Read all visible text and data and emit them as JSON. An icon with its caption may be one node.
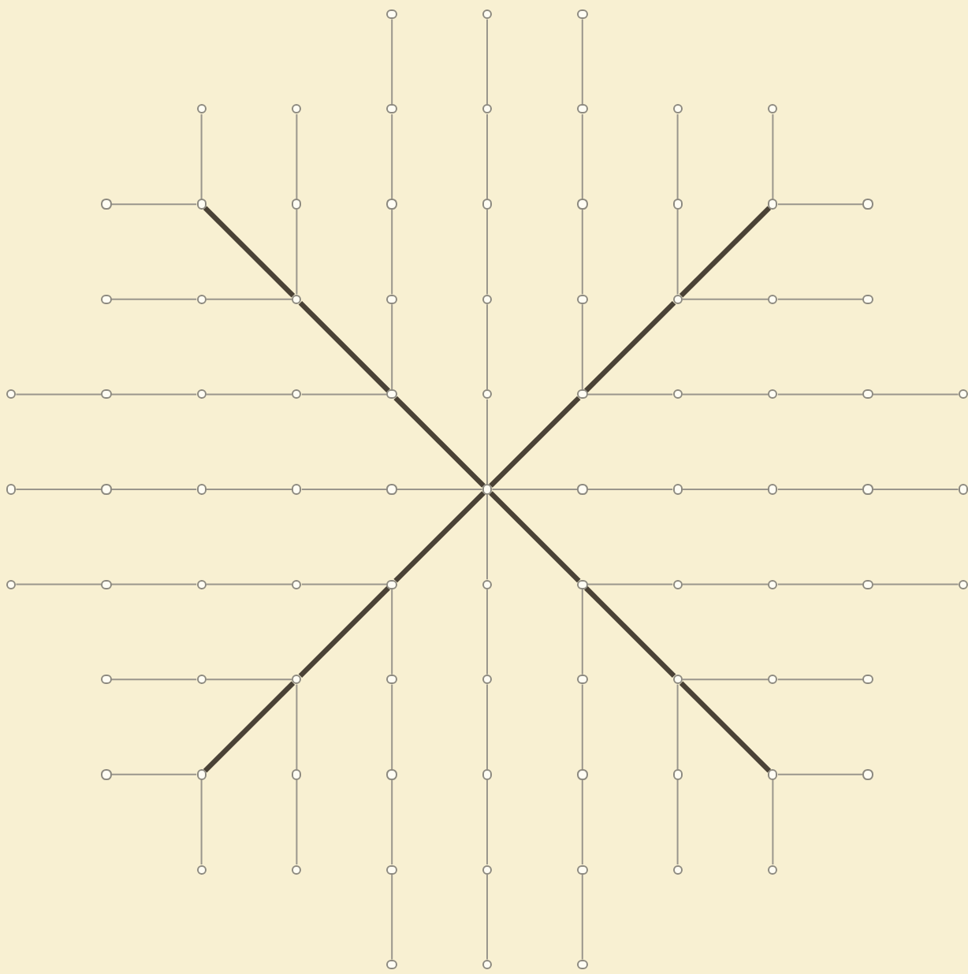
{
  "diagram": {
    "nodes": [
      {
        "text": [],
        "shape": "circle"
      },
      {
        "text": [],
        "shape": "circle"
      },
      {
        "text": [],
        "shape": "circle"
      },
      {
        "text": [],
        "shape": "circle"
      },
      {
        "text": [],
        "shape": "circle"
      },
      {
        "text": [],
        "shape": "circle"
      },
      {
        "text": [],
        "shape": "circle"
      },
      {
        "text": [],
        "shape": "circle"
      },
      {
        "text": [],
        "shape": "circle"
      },
      {
        "text": [],
        "shape": "circle"
      },
      {
        "text": [],
        "shape": "circle"
      },
      {
        "text": [],
        "shape": "circle"
      },
      {
        "text": [],
        "shape": "circle"
      },
      {
        "text": [],
        "shape": "circle"
      },
      {
        "text": [],
        "shape": "circle"
      },
      {
        "text": [],
        "shape": "circle"
      },
      {
        "text": [],
        "shape": "circle"
      },
      {
        "text": [],
        "shape": "circle"
      },
      {
        "text": [],
        "shape": "circle"
      },
      {
        "text": [],
        "shape": "circle"
      },
      {
        "text": [],
        "shape": "circle"
      },
      {
        "text": [],
        "shape": "circle"
      },
      {
        "text": [],
        "shape": "circle"
      },
      {
        "text": [],
        "shape": "circle"
      },
      {
        "text": [],
        "shape": "circle"
      },
      {
        "text": [],
        "shape": "circle"
      },
      {
        "text": [],
        "shape": "circle"
      },
      {
        "text": [],
        "shape": "circle"
      },
      {
        "text": [],
        "shape": "circle"
      },
      {
        "text": [],
        "shape": "circle"
      },
      {
        "text": [],
        "shape": "circle"
      },
      {
        "text": [],
        "shape": "circle"
      },
      {
        "text": [],
        "shape": "circle"
      },
      {
        "text": [],
        "shape": "circle"
      },
      {
        "text": [],
        "shape": "circle"
      },
      {
        "text": [],
        "shape": "circle"
      },
      {
        "text": [],
        "shape": "circle"
      },
      {
        "text": [],
        "shape": "circle"
      },
      {
        "text": [],
        "shape": "circle"
      },
      {
        "text": [],
        "shape": "circle"
      },
      {
        "text": [],
        "shape": "circle"
      },
      {
        "text": [],
        "shape": "circle"
      },
      {
        "text": [],
        "shape": "circle"
      },
      {
        "text": [],
        "shape": "circle"
      },
      {
        "text": [],
        "shape": "circle"
      },
      {
        "text": [],
        "shape": "circle"
      },
      {
        "text": [],
        "shape": "circle"
      },
      {
        "text": [],
        "shape": "circle"
      },
      {
        "text": [],
        "shape": "circle"
      },
      {
        "text": [],
        "shape": "circle"
      },
      {
        "text": [],
        "shape": "circle"
      },
      {
        "text": [],
        "shape": "circle"
      },
      {
        "text": [],
        "shape": "circle"
      },
      {
        "text": [],
        "shape": "circle"
      },
      {
        "text": [],
        "shape": "circle"
      },
      {
        "text": [],
        "shape": "circle"
      },
      {
        "text": [],
        "shape": "circle"
      },
      {
        "text": [],
        "shape": "circle"
      },
      {
        "text": [],
        "shape": "circle"
      },
      {
        "text": [],
        "shape": "circle"
      },
      {
        "text": [],
        "shape": "circle"
      },
      {
        "text": [],
        "shape": "circle"
      },
      {
        "text": [],
        "shape": "circle"
      },
      {
        "text": [],
        "shape": "circle"
      },
      {
        "text": [],
        "shape": "circle"
      },
      {
        "text": [],
        "shape": "circle"
      },
      {
        "text": [],
        "shape": "circle"
      },
      {
        "text": [],
        "shape": "circle"
      },
      {
        "text": [],
        "shape": "circle"
      },
      {
        "text": [],
        "shape": "circle"
      },
      {
        "text": [],
        "shape": "circle"
      },
      {
        "text": [],
        "shape": "circle"
      },
      {
        "text": [],
        "shape": "circle"
      },
      {
        "text": [],
        "shape": "circle"
      },
      {
        "text": [],
        "shape": "circle"
      },
      {
        "text": [],
        "shape": "circle"
      },
      {
        "text": [],
        "shape": "circle"
      },
      {
        "text": [],
        "shape": "circle"
      },
      {
        "text": [],
        "shape": "circle"
      },
      {
        "text": [],
        "shape": "circle"
      },
      {
        "text": [],
        "shape": "circle"
      },
      {
        "text": [],
        "shape": "circle"
      },
      {
        "text": [],
        "shape": "circle"
      },
      {
        "text": [],
        "shape": "circle"
      },
      {
        "text": [],
        "shape": "circle"
      },
      {
        "text": [],
        "shape": "circle"
      },
      {
        "text": [],
        "shape": "circle"
      },
      {
        "text": [],
        "shape": "circle"
      },
      {
        "text": [],
        "shape": "circle"
      }
    ],
    "edges": [
      {
        "from": 1,
        "to": 6,
        "arrow": "none"
      },
      {
        "from": 6,
        "to": 14,
        "arrow": "none"
      },
      {
        "from": 14,
        "to": 23,
        "arrow": "none"
      },
      {
        "from": 23,
        "to": 33,
        "arrow": "none"
      },
      {
        "from": 33,
        "to": 44,
        "arrow": "none"
      },
      {
        "from": 44,
        "to": 55,
        "arrow": "none"
      },
      {
        "from": 55,
        "to": 65,
        "arrow": "none"
      },
      {
        "from": 65,
        "to": 74,
        "arrow": "none"
      },
      {
        "from": 74,
        "to": 82,
        "arrow": "none"
      },
      {
        "from": 82,
        "to": 87,
        "arrow": "none"
      },
      {
        "from": 0,
        "to": 5,
        "arrow": "none"
      },
      {
        "from": 5,
        "to": 13,
        "arrow": "none"
      },
      {
        "from": 13,
        "to": 22,
        "arrow": "none"
      },
      {
        "from": 22,
        "to": 32,
        "arrow": "none"
      },
      {
        "from": 54,
        "to": 64,
        "arrow": "none"
      },
      {
        "from": 64,
        "to": 73,
        "arrow": "none"
      },
      {
        "from": 73,
        "to": 81,
        "arrow": "none"
      },
      {
        "from": 81,
        "to": 86,
        "arrow": "none"
      },
      {
        "from": 2,
        "to": 7,
        "arrow": "none"
      },
      {
        "from": 7,
        "to": 15,
        "arrow": "none"
      },
      {
        "from": 15,
        "to": 24,
        "arrow": "none"
      },
      {
        "from": 24,
        "to": 34,
        "arrow": "none"
      },
      {
        "from": 56,
        "to": 66,
        "arrow": "none"
      },
      {
        "from": 66,
        "to": 75,
        "arrow": "none"
      },
      {
        "from": 75,
        "to": 83,
        "arrow": "none"
      },
      {
        "from": 83,
        "to": 88,
        "arrow": "none"
      },
      {
        "from": 4,
        "to": 12,
        "arrow": "none"
      },
      {
        "from": 12,
        "to": 21,
        "arrow": "none"
      },
      {
        "from": 63,
        "to": 72,
        "arrow": "none"
      },
      {
        "from": 72,
        "to": 80,
        "arrow": "none"
      },
      {
        "from": 8,
        "to": 16,
        "arrow": "none"
      },
      {
        "from": 16,
        "to": 25,
        "arrow": "none"
      },
      {
        "from": 67,
        "to": 76,
        "arrow": "none"
      },
      {
        "from": 76,
        "to": 84,
        "arrow": "none"
      },
      {
        "from": 3,
        "to": 11,
        "arrow": "none"
      },
      {
        "from": 71,
        "to": 79,
        "arrow": "none"
      },
      {
        "from": 9,
        "to": 17,
        "arrow": "none"
      },
      {
        "from": 77,
        "to": 85,
        "arrow": "none"
      },
      {
        "from": 39,
        "to": 40,
        "arrow": "none"
      },
      {
        "from": 40,
        "to": 41,
        "arrow": "none"
      },
      {
        "from": 41,
        "to": 42,
        "arrow": "none"
      },
      {
        "from": 42,
        "to": 43,
        "arrow": "none"
      },
      {
        "from": 43,
        "to": 44,
        "arrow": "none"
      },
      {
        "from": 44,
        "to": 45,
        "arrow": "none"
      },
      {
        "from": 45,
        "to": 46,
        "arrow": "none"
      },
      {
        "from": 46,
        "to": 47,
        "arrow": "none"
      },
      {
        "from": 47,
        "to": 48,
        "arrow": "none"
      },
      {
        "from": 48,
        "to": 49,
        "arrow": "none"
      },
      {
        "from": 28,
        "to": 29,
        "arrow": "none"
      },
      {
        "from": 29,
        "to": 30,
        "arrow": "none"
      },
      {
        "from": 30,
        "to": 31,
        "arrow": "none"
      },
      {
        "from": 31,
        "to": 32,
        "arrow": "none"
      },
      {
        "from": 34,
        "to": 35,
        "arrow": "none"
      },
      {
        "from": 35,
        "to": 36,
        "arrow": "none"
      },
      {
        "from": 36,
        "to": 37,
        "arrow": "none"
      },
      {
        "from": 37,
        "to": 38,
        "arrow": "none"
      },
      {
        "from": 50,
        "to": 51,
        "arrow": "none"
      },
      {
        "from": 51,
        "to": 52,
        "arrow": "none"
      },
      {
        "from": 52,
        "to": 53,
        "arrow": "none"
      },
      {
        "from": 53,
        "to": 54,
        "arrow": "none"
      },
      {
        "from": 56,
        "to": 57,
        "arrow": "none"
      },
      {
        "from": 57,
        "to": 58,
        "arrow": "none"
      },
      {
        "from": 58,
        "to": 59,
        "arrow": "none"
      },
      {
        "from": 59,
        "to": 60,
        "arrow": "none"
      },
      {
        "from": 19,
        "to": 20,
        "arrow": "none"
      },
      {
        "from": 20,
        "to": 21,
        "arrow": "none"
      },
      {
        "from": 25,
        "to": 26,
        "arrow": "none"
      },
      {
        "from": 26,
        "to": 27,
        "arrow": "none"
      },
      {
        "from": 10,
        "to": 11,
        "arrow": "none"
      },
      {
        "from": 17,
        "to": 18,
        "arrow": "none"
      },
      {
        "from": 61,
        "to": 62,
        "arrow": "none"
      },
      {
        "from": 62,
        "to": 63,
        "arrow": "none"
      },
      {
        "from": 67,
        "to": 68,
        "arrow": "none"
      },
      {
        "from": 68,
        "to": 69,
        "arrow": "none"
      },
      {
        "from": 70,
        "to": 71,
        "arrow": "none"
      },
      {
        "from": 77,
        "to": 78,
        "arrow": "none"
      },
      {
        "from": 44,
        "to": 32,
        "arrow": "none",
        "style": "thick"
      },
      {
        "from": 32,
        "to": 21,
        "arrow": "none",
        "style": "thick"
      },
      {
        "from": 21,
        "to": 11,
        "arrow": "none",
        "style": "thick"
      },
      {
        "from": 44,
        "to": 34,
        "arrow": "none",
        "style": "thick"
      },
      {
        "from": 34,
        "to": 25,
        "arrow": "none",
        "style": "thick"
      },
      {
        "from": 25,
        "to": 17,
        "arrow": "none",
        "style": "thick"
      },
      {
        "from": 44,
        "to": 54,
        "arrow": "none",
        "style": "thick"
      },
      {
        "from": 54,
        "to": 63,
        "arrow": "none",
        "style": "thick"
      },
      {
        "from": 63,
        "to": 71,
        "arrow": "none",
        "style": "thick"
      },
      {
        "from": 44,
        "to": 56,
        "arrow": "none",
        "style": "thick"
      },
      {
        "from": 56,
        "to": 67,
        "arrow": "none",
        "style": "thick"
      },
      {
        "from": 67,
        "to": 77,
        "arrow": "none",
        "style": "thick"
      }
    ]
  }
}
